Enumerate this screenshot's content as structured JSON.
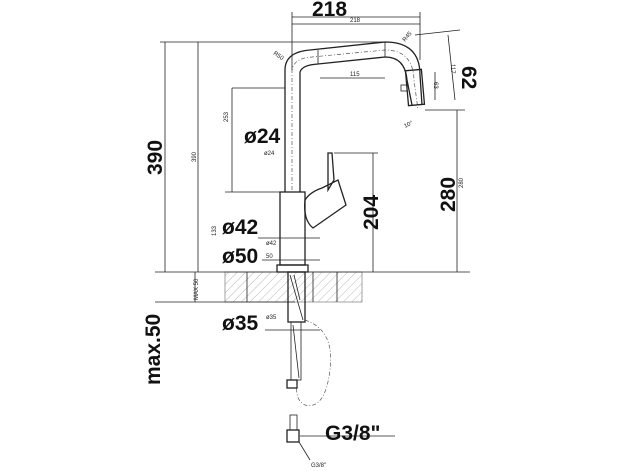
{
  "drawing": {
    "dimensions": {
      "spout_reach_major": "218",
      "spout_reach_minor": "218",
      "total_height_major": "390",
      "total_height_minor": "390",
      "pipe_height_minor": "253",
      "pipe_diameter_major": "ø24",
      "pipe_diameter_minor": "ø24",
      "body_diameter_major": "ø42",
      "body_diameter_minor": "ø42",
      "body_height_minor": "133",
      "base_diameter_major": "ø50",
      "base_diameter_minor": "50",
      "lever_height_major": "204",
      "outlet_height_major": "280",
      "outlet_height_minor": "280",
      "head_height_major": "62",
      "head_height_minor": "63",
      "head_depth_minor": "117",
      "bend_radius_left": "R50",
      "bend_radius_right": "R45",
      "straight_length": "115",
      "head_angle": "10°",
      "max_deck_major": "max.50",
      "max_deck_minor": "MAX 50",
      "shank_diameter_major": "ø35",
      "shank_diameter_minor": "ø35",
      "connection_major": "G3/8\"",
      "connection_minor": "G3/8\""
    }
  }
}
